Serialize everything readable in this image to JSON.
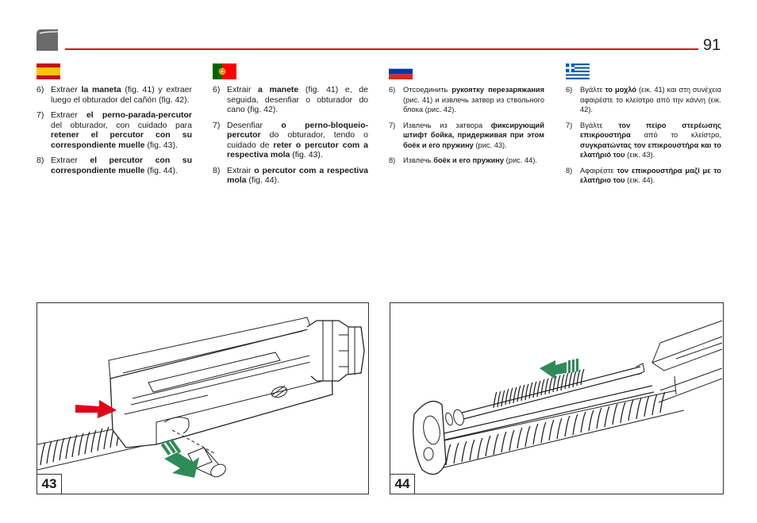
{
  "page": {
    "number": "91"
  },
  "columns": {
    "es": {
      "steps": [
        {
          "num": "6)",
          "parts": [
            {
              "t": "Extraer "
            },
            {
              "t": "la maneta",
              "b": 1
            },
            {
              "t": " (fig. 41) y extraer luego el obturador del cañón (fig. 42)."
            }
          ]
        },
        {
          "num": "7)",
          "parts": [
            {
              "t": "Extraer "
            },
            {
              "t": "el perno-parada-percutor",
              "b": 1
            },
            {
              "t": " del obturador, con cuidado para "
            },
            {
              "t": "retener el percutor con su correspondiente muelle",
              "b": 1
            },
            {
              "t": " (fig. 43)."
            }
          ]
        },
        {
          "num": "8)",
          "parts": [
            {
              "t": "Extraer "
            },
            {
              "t": "el percutor con su correspondiente muelle",
              "b": 1
            },
            {
              "t": " (fig. 44)."
            }
          ]
        }
      ]
    },
    "pt": {
      "steps": [
        {
          "num": "6)",
          "parts": [
            {
              "t": "Extrair "
            },
            {
              "t": "a manete",
              "b": 1
            },
            {
              "t": " (fig. 41) e, de seguida, desenfiar o obturador do cano (fig. 42)."
            }
          ]
        },
        {
          "num": "7)",
          "parts": [
            {
              "t": "Desenfiar "
            },
            {
              "t": "o perno-bloqueio-percutor",
              "b": 1
            },
            {
              "t": " do obturador, tendo o cuidado de "
            },
            {
              "t": "reter o percutor com a respectiva mola",
              "b": 1
            },
            {
              "t": " (fig. 43)."
            }
          ]
        },
        {
          "num": "8)",
          "parts": [
            {
              "t": "Extrair "
            },
            {
              "t": "o percutor com a respectiva mola",
              "b": 1
            },
            {
              "t": " (fig. 44)."
            }
          ]
        }
      ]
    },
    "ru": {
      "steps": [
        {
          "num": "6)",
          "parts": [
            {
              "t": "Отсоединить "
            },
            {
              "t": "рукоятку перезаряжания",
              "b": 1
            },
            {
              "t": " (рис. 41) и извлечь затвор из ствольного блока (рис. 42)."
            }
          ]
        },
        {
          "num": "7)",
          "parts": [
            {
              "t": "Извлечь из затвора "
            },
            {
              "t": "фиксирующий штифт бойка, придерживая при этом боёк и его пружину",
              "b": 1
            },
            {
              "t": " (рис. 43)."
            }
          ]
        },
        {
          "num": "8)",
          "parts": [
            {
              "t": "Извлечь "
            },
            {
              "t": "боёк и его пружину",
              "b": 1
            },
            {
              "t": " (рис. 44)."
            }
          ]
        }
      ]
    },
    "gr": {
      "steps": [
        {
          "num": "6)",
          "parts": [
            {
              "t": "Βγάλτε "
            },
            {
              "t": "το μοχλό",
              "b": 1
            },
            {
              "t": " (εικ. 41) και στη συνέχεια αφαιρέστε το κλείστρο από την κάννη (εικ. 42)."
            }
          ]
        },
        {
          "num": "7)",
          "parts": [
            {
              "t": "Βγάλτε "
            },
            {
              "t": "τον πείρο στερέωσης επικρουστήρα",
              "b": 1
            },
            {
              "t": " από το κλείστρο, "
            },
            {
              "t": "συγκρατώντας τον επικρουστήρα και το ελατήριό του",
              "b": 1
            },
            {
              "t": " (εικ. 43)."
            }
          ]
        },
        {
          "num": "8)",
          "parts": [
            {
              "t": "Αφαιρέστε "
            },
            {
              "t": "τον επικρουστήρα μαζί με το ελατήριο του",
              "b": 1
            },
            {
              "t": " (εικ. 44)."
            }
          ]
        }
      ]
    }
  },
  "figures": [
    {
      "label": "43"
    },
    {
      "label": "44"
    }
  ],
  "colors": {
    "accent_red": "#e2001a",
    "arrow_green": "#2e8b57",
    "logo_gray": "#6b6b6b"
  }
}
